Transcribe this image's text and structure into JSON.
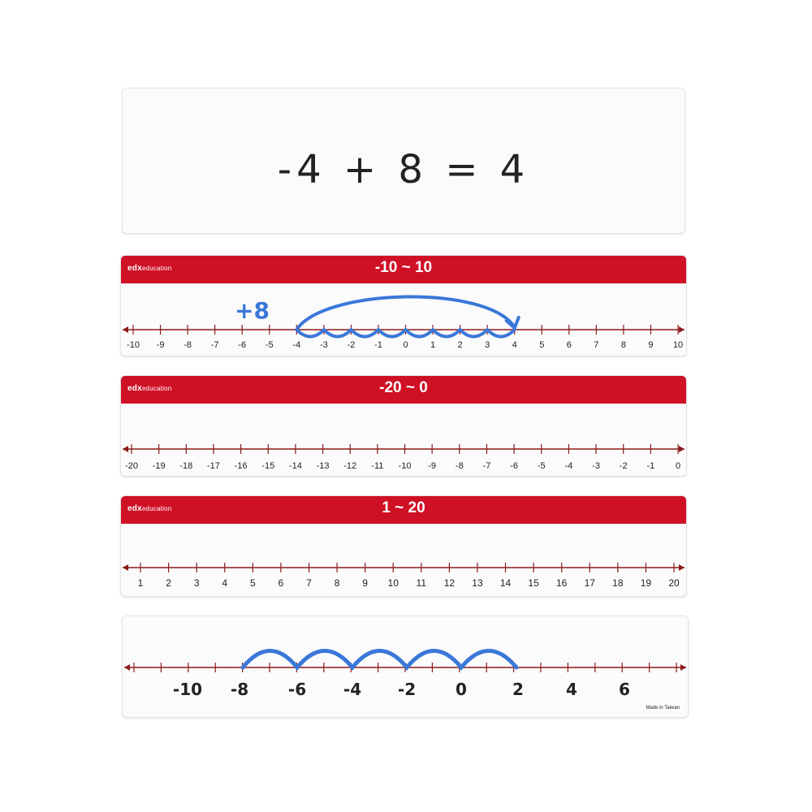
{
  "top_card": {
    "equation": "-4 + 8 = 4"
  },
  "strips": [
    {
      "brand": "edx",
      "brand_sub": "education",
      "title": "-10 ~ 10",
      "labels": [
        "-10",
        "-9",
        "-8",
        "-7",
        "-6",
        "-5",
        "-4",
        "-3",
        "-2",
        "-1",
        "0",
        "1",
        "2",
        "3",
        "4",
        "5",
        "6",
        "7",
        "8",
        "9",
        "10"
      ],
      "annotation": "+8"
    },
    {
      "brand": "edx",
      "brand_sub": "education",
      "title": "-20 ~ 0",
      "labels": [
        "-20",
        "-19",
        "-18",
        "-17",
        "-16",
        "-15",
        "-14",
        "-13",
        "-12",
        "-11",
        "-10",
        "-9",
        "-8",
        "-7",
        "-6",
        "-5",
        "-4",
        "-3",
        "-2",
        "-1",
        "0"
      ]
    },
    {
      "brand": "edx",
      "brand_sub": "education",
      "title": "1 ~ 20",
      "labels": [
        "1",
        "2",
        "3",
        "4",
        "5",
        "6",
        "7",
        "8",
        "9",
        "10",
        "11",
        "12",
        "13",
        "14",
        "15",
        "16",
        "17",
        "18",
        "19",
        "20"
      ]
    }
  ],
  "blank_strip": {
    "labels": [
      "-10",
      "-8",
      "-6",
      "-4",
      "-2",
      "0",
      "2",
      "4",
      "6"
    ],
    "made_in": "Made in Taiwan"
  },
  "colors": {
    "red": "#cf1126",
    "line": "#8b1a1a",
    "marker": "#3a78d8",
    "ink": "#222222"
  }
}
